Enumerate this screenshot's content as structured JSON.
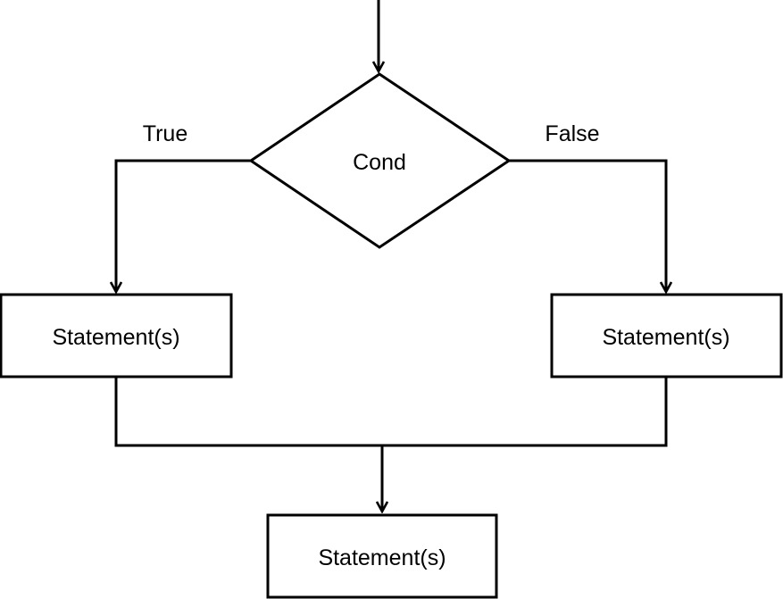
{
  "diagram": {
    "type": "flowchart",
    "decision": {
      "label": "Cond"
    },
    "branches": {
      "true_label": "True",
      "false_label": "False"
    },
    "true_statement": {
      "label": "Statement(s)"
    },
    "false_statement": {
      "label": "Statement(s)"
    },
    "merged_statement": {
      "label": "Statement(s)"
    },
    "colors": {
      "stroke": "#000000",
      "fill": "#ffffff",
      "background": "#ffffff"
    }
  }
}
